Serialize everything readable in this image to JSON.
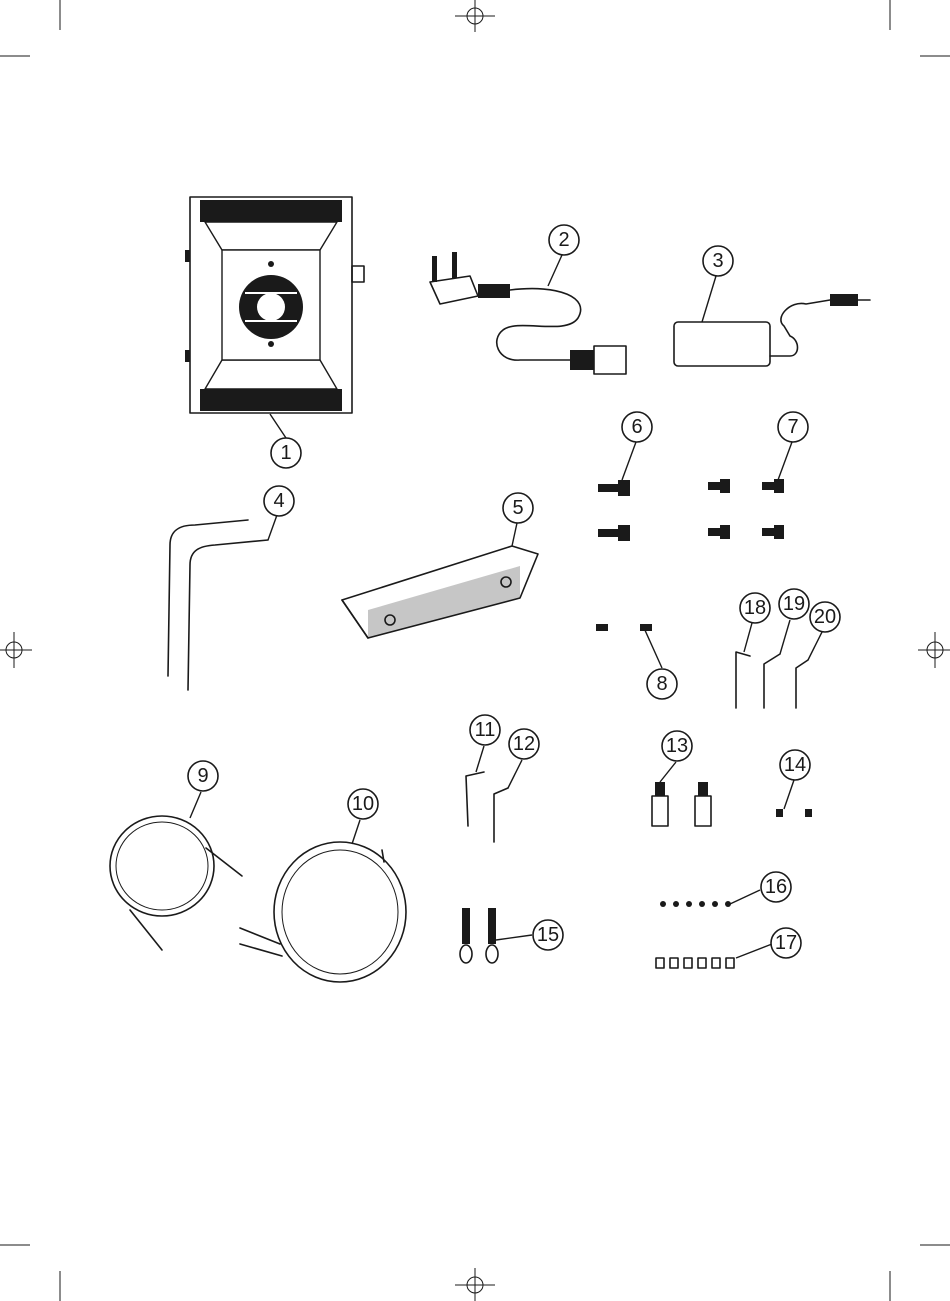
{
  "callouts": [
    {
      "label": "1"
    },
    {
      "label": "2"
    },
    {
      "label": "3"
    },
    {
      "label": "4"
    },
    {
      "label": "5"
    },
    {
      "label": "6"
    },
    {
      "label": "7"
    },
    {
      "label": "8"
    },
    {
      "label": "9"
    },
    {
      "label": "10"
    },
    {
      "label": "11"
    },
    {
      "label": "12"
    },
    {
      "label": "13"
    },
    {
      "label": "14"
    },
    {
      "label": "15"
    },
    {
      "label": "16"
    },
    {
      "label": "17"
    },
    {
      "label": "18"
    },
    {
      "label": "19"
    },
    {
      "label": "20"
    }
  ],
  "colors": {
    "ink": "#1a1a1a",
    "background": "#ffffff"
  }
}
